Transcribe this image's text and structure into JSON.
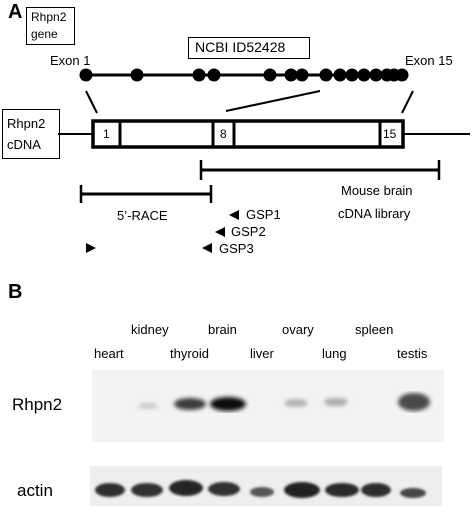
{
  "panel_a": {
    "label": "A",
    "gene_box": [
      "Rhpn2",
      "gene"
    ],
    "ncbi_id": "NCBI ID52428",
    "exon_first": "Exon 1",
    "exon_last": "Exon 15",
    "cdna_box": [
      "Rhpn2",
      "cDNA"
    ],
    "cdna_exon_labels": [
      "1",
      "8",
      "15"
    ],
    "race_label": "5’-RACE",
    "library_label": [
      "Mouse brain",
      "cDNA library"
    ],
    "primers": [
      "GSP1",
      "GSP2",
      "GSP3"
    ]
  },
  "panel_b": {
    "label": "B",
    "tissues": [
      "heart",
      "kidney",
      "thyroid",
      "brain",
      "liver",
      "ovary",
      "lung",
      "spleen",
      "testis"
    ],
    "rows": [
      "Rhpn2",
      "actin"
    ]
  }
}
